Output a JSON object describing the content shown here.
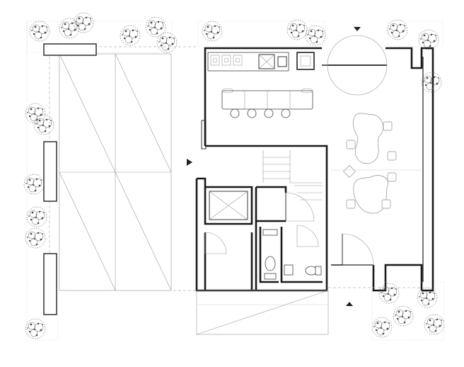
{
  "drawing": {
    "type": "architectural-floor-plan",
    "labels": [],
    "colors": {
      "background": "#ffffff",
      "wall": "#1a1a1a",
      "line": "#444444",
      "light_line": "#9a9a9a"
    },
    "markers": [
      {
        "name": "entry-arrow-left",
        "direction": "right"
      },
      {
        "name": "section-arrow-top",
        "direction": "down"
      },
      {
        "name": "section-arrow-bottom",
        "direction": "up"
      }
    ],
    "vegetation_icon": "shrub-icon"
  }
}
